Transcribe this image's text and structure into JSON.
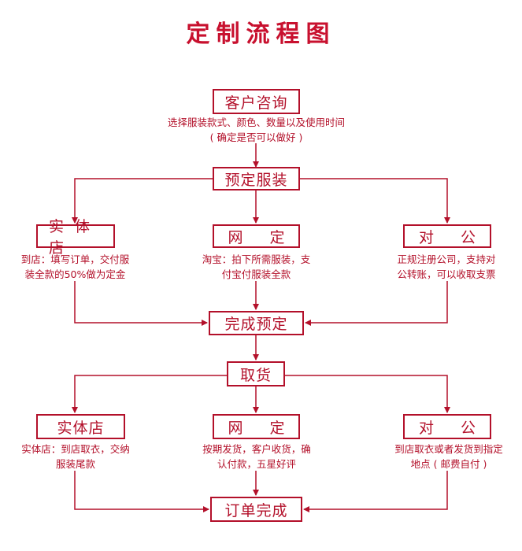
{
  "title": "定制流程图",
  "nodes": {
    "consult": "客户咨询",
    "preorder": "预定服装",
    "store1": "实体店",
    "online1": "网 定",
    "corp1": "对 公",
    "done_preorder": "完成预定",
    "pickup": "取货",
    "store2": "实体店",
    "online2": "网 定",
    "corp2": "对 公",
    "complete": "订单完成"
  },
  "notes": {
    "consult": [
      "选择服装款式、颜色、数量以及使用时间",
      "( 确定是否可以做好 )"
    ],
    "store1": [
      "到店：填写订单，交付服",
      "装全款的50%做为定金"
    ],
    "online1": [
      "淘宝：拍下所需服装，支",
      "付宝付服装全款"
    ],
    "corp1": [
      "正规注册公司，支持对",
      "公转账，可以收取支票"
    ],
    "store2": [
      "实体店：到店取衣，交纳",
      "服装尾款"
    ],
    "online2": [
      "按期发货，客户收货，确",
      "认付款，五星好评"
    ],
    "corp2": [
      "到店取衣或者发货到指定",
      "地点 ( 邮费自付 )"
    ]
  },
  "colors": {
    "accent": "#b3102a",
    "title": "#c8102e"
  }
}
